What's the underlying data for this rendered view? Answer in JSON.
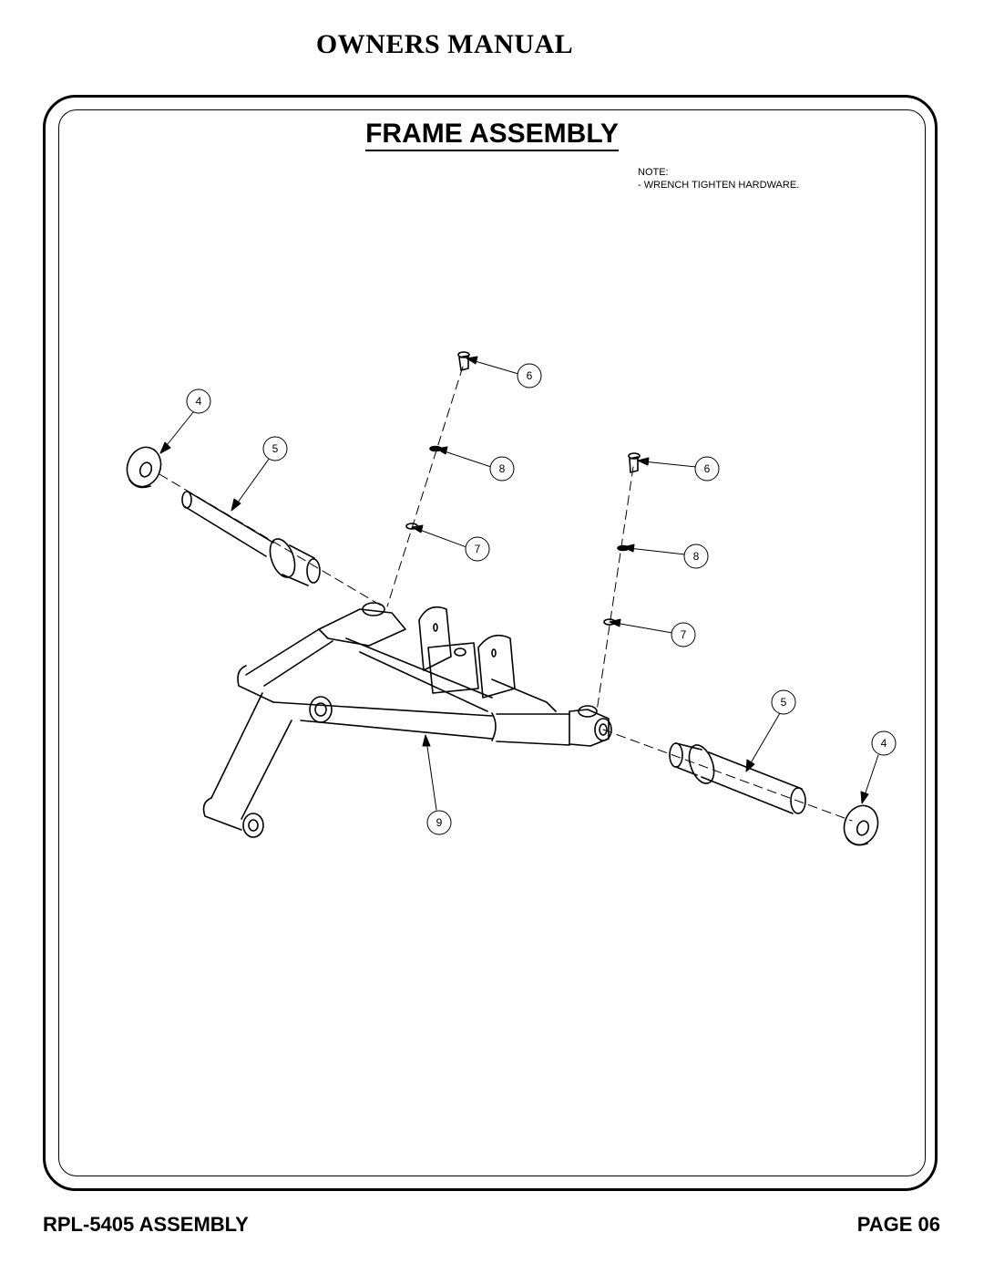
{
  "header": {
    "title": "OWNERS MANUAL"
  },
  "section": {
    "title": "FRAME ASSEMBLY"
  },
  "note": {
    "label": "NOTE:",
    "text": "- WRENCH TIGHTEN HARDWARE."
  },
  "callouts": {
    "c1": "4",
    "c2": "5",
    "c3": "6",
    "c4": "8",
    "c5": "7",
    "c6": "6",
    "c7": "8",
    "c8": "7",
    "c9": "5",
    "c10": "4",
    "c11": "9"
  },
  "footer": {
    "assembly": "RPL-5405 ASSEMBLY",
    "page": "PAGE 06"
  }
}
